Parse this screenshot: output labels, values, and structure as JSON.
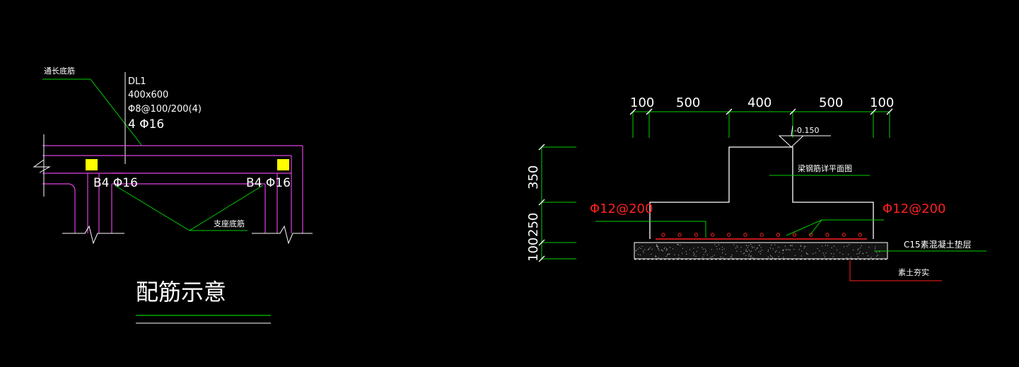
{
  "left_detail": {
    "leader_top": "通长底筋",
    "beam_name": "DL1",
    "beam_size": "400x600",
    "stirrup": "Φ8@100/200(4)",
    "top_bars": "4 Φ16",
    "bottom_left": "B4 Φ16",
    "bottom_right": "B4 Φ16",
    "support_bars": "支座底筋",
    "caption": "配筋示意"
  },
  "right_detail": {
    "dims_top": [
      "100",
      "500",
      "400",
      "500",
      "100"
    ],
    "dims_left": [
      "350",
      "250",
      "100"
    ],
    "elevation": "-0.150",
    "beam_ref": "梁钢筋详平面图",
    "rebar_left": "Φ12@200",
    "rebar_right": "Φ12@200",
    "cushion": "C15素混凝土垫层",
    "soil": "素土夯实"
  },
  "colors": {
    "background": "#000000",
    "magenta": "#e040e0",
    "green": "#00d000",
    "white": "#ffffff",
    "yellow": "#ffff00",
    "red": "#ff2020",
    "gray": "#a8a8a8"
  }
}
